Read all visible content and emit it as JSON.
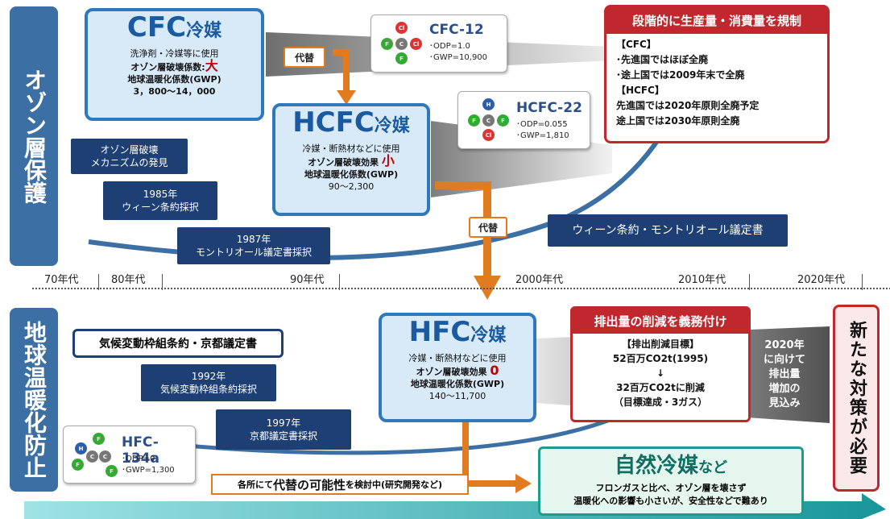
{
  "sections": {
    "ozone": "オゾン層保護",
    "warming": "地球温暖化防止"
  },
  "cfc": {
    "title": "CFC",
    "suffix": "冷媒",
    "use": "洗浄剤・冷媒等に使用",
    "odp_label": "オゾン層破壊係数:",
    "odp_value": "大",
    "gwp_label": "地球温暖化係数(GWP)",
    "gwp_value": "3，800～14，000"
  },
  "cfc12": {
    "name": "CFC-12",
    "odp": "･ODP=1.0",
    "gwp": "･GWP=10,900"
  },
  "hcfc": {
    "title": "HCFC",
    "suffix": "冷媒",
    "use": "冷媒・断熱材などに使用",
    "odp_label": "オゾン層破壊効果",
    "odp_value": "小",
    "gwp_label": "地球温暖化係数(GWP)",
    "gwp_value": "90～2,300"
  },
  "hcfc22": {
    "name": "HCFC-22",
    "odp": "･ODP=0.055",
    "gwp": "･GWP=1,810"
  },
  "hfc": {
    "title": "HFC",
    "suffix": "冷媒",
    "use": "冷媒・断熱材などに使用",
    "odp_label": "オゾン層破壊効果",
    "odp_value": "0",
    "gwp_label": "地球温暖化係数(GWP)",
    "gwp_value": "140～11,700"
  },
  "hfc134a": {
    "name": "HFC-134a",
    "odp": "･ODP=0",
    "gwp": "･GWP=1,300"
  },
  "replace_label": "代替",
  "ozone_discovery": [
    "オゾン層破壊",
    "メカニズムの発見"
  ],
  "vienna_1985": [
    "1985年",
    "ウィーン条約採択"
  ],
  "montreal_1987": [
    "1987年",
    "モントリオール議定書採択"
  ],
  "vienna_montreal": "ウィーン条約・モントリオール議定書",
  "regulation": {
    "title": "段階的に生産量・消費量を規制",
    "lines": [
      "【CFC】",
      "･先進国ではほぼ全廃",
      "･途上国では2009年末で全廃",
      "【HCFC】",
      "先進国では2020年原則全廃予定",
      "途上国では2030年原則全廃"
    ]
  },
  "timeline": [
    "70年代",
    "80年代",
    "90年代",
    "2000年代",
    "2010年代",
    "2020年代"
  ],
  "kyoto": {
    "header": "気候変動枠組条約・京都議定書",
    "y1992": [
      "1992年",
      "気候変動枠組条約採択"
    ],
    "y1997": [
      "1997年",
      "京都議定書採択"
    ]
  },
  "emission": {
    "title": "排出量の削減を義務付け",
    "lines": [
      "【排出削減目標】",
      "52百万CO2t(1995)",
      "↓",
      "32百万CO2tに削減",
      "（目標達成・3ガス）"
    ]
  },
  "forecast": [
    "2020年",
    "に向けて",
    "排出量",
    "増加の",
    "見込み"
  ],
  "new_measures": "新たな対策が必要",
  "natural": {
    "title": "自然冷媒",
    "suffix": "など",
    "line1": "フロンガスと比べ、オゾン層を壊さず",
    "line2": "温暖化への影響も小さいが、安全性などで難あり"
  },
  "research": {
    "pre": "各所にて",
    "strong": "代替の可能性",
    "post": "を検討中(研究開発など)"
  },
  "colors": {
    "navy": "#1d3f73",
    "blue": "#3c6fa4",
    "red": "#c0282d",
    "orange": "#e07b1f",
    "teal": "#1e9c8c"
  }
}
